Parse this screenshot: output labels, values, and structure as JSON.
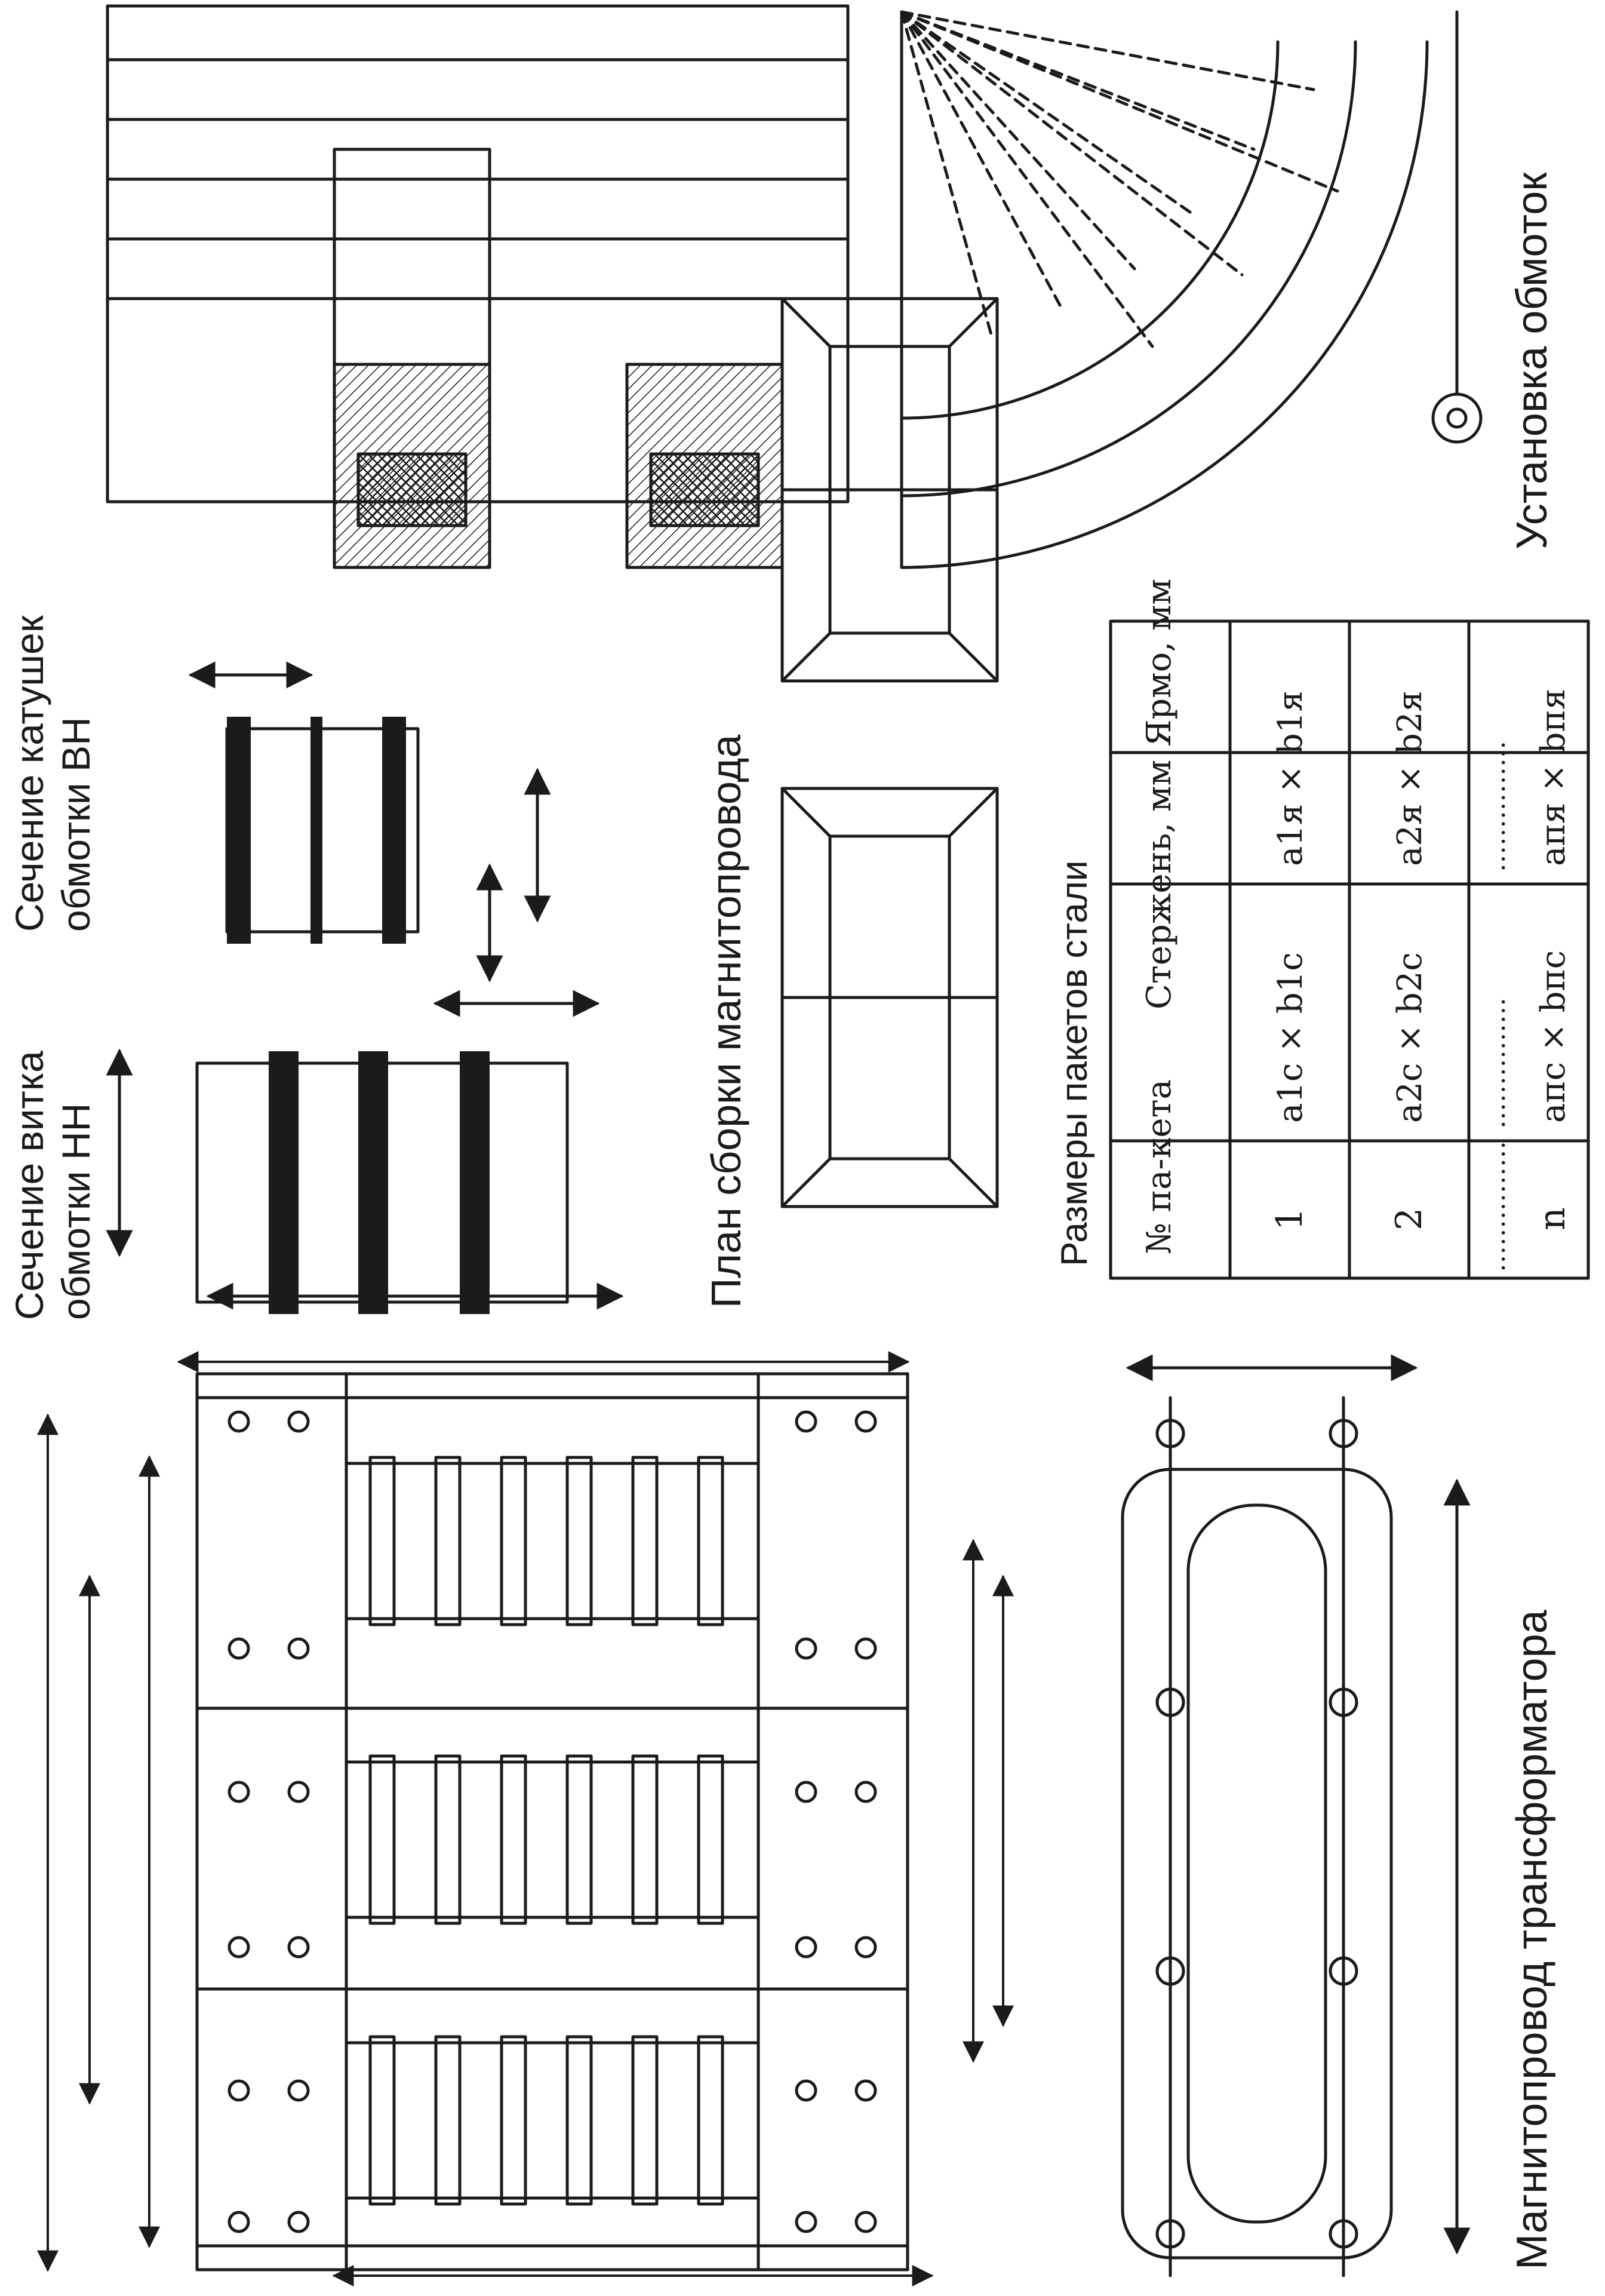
{
  "labels": {
    "nn_turn_section": "Сечение витка обмотки НН",
    "vn_coil_section": "Сечение катушек обмотки ВН",
    "core_assembly_plan": "План сборки магнитопровода",
    "core_title": "Магнитопровод трансформатора",
    "winding_installation": "Установка обмоток"
  },
  "table": {
    "caption": "Размеры пакетов стали",
    "headers": [
      "№ па-кета",
      "Стержень, мм",
      "Ярмо, мм"
    ],
    "rows": [
      [
        "1",
        "a1с × b1с",
        "a1я × b1я"
      ],
      [
        "2",
        "a2с × b2с",
        "a2я × b2я"
      ],
      [
        "……………",
        "……………",
        "……………"
      ],
      [
        "n",
        "aпс × bпс",
        "aпя × bпя"
      ]
    ]
  }
}
